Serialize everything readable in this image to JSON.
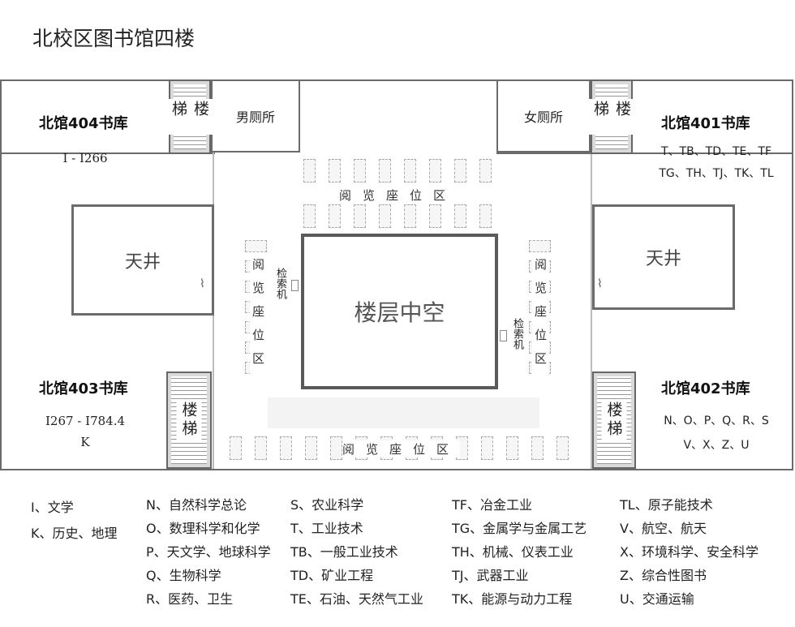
{
  "title": "北校区图书馆四楼",
  "stairs_label": "楼梯",
  "restrooms": {
    "men": "男厕所",
    "women": "女厕所"
  },
  "libraries": {
    "nw": {
      "name": "北馆404书库",
      "range": "I - I266"
    },
    "ne": {
      "name": "北馆401书库",
      "codes_line1": "T、TB、TD、TE、TF",
      "codes_line2": "TG、TH、TJ、TK、TL"
    },
    "sw": {
      "name": "北馆403书库",
      "range": "I267 - I784.4",
      "range2": "K"
    },
    "se": {
      "name": "北馆402书库",
      "codes_line1": "N、O、P、Q、R、S",
      "codes_line2": "V、X、Z、U"
    }
  },
  "courtyard_label": "天井",
  "void_label": "楼层中空",
  "reading_area_label": "阅览座位区",
  "kiosk_label": "检索机",
  "legend": {
    "col1": [
      "I、文学",
      "K、历史、地理"
    ],
    "col2": [
      "N、自然科学总论",
      "O、数理科学和化学",
      "P、天文学、地球科学",
      "Q、生物科学",
      "R、医药、卫生"
    ],
    "col3": [
      "S、农业科学",
      "T、工业技术",
      "TB、一般工业技术",
      "TD、矿业工程",
      "TE、石油、天然气工业"
    ],
    "col4": [
      "TF、冶金工业",
      "TG、金属学与金属工艺",
      "TH、机械、仪表工业",
      "TJ、武器工业",
      "TK、能源与动力工程"
    ],
    "col5": [
      "TL、原子能技术",
      "V、航空、航天",
      "X、环境科学、安全科学",
      "Z、综合性图书",
      "U、交通运输"
    ]
  }
}
